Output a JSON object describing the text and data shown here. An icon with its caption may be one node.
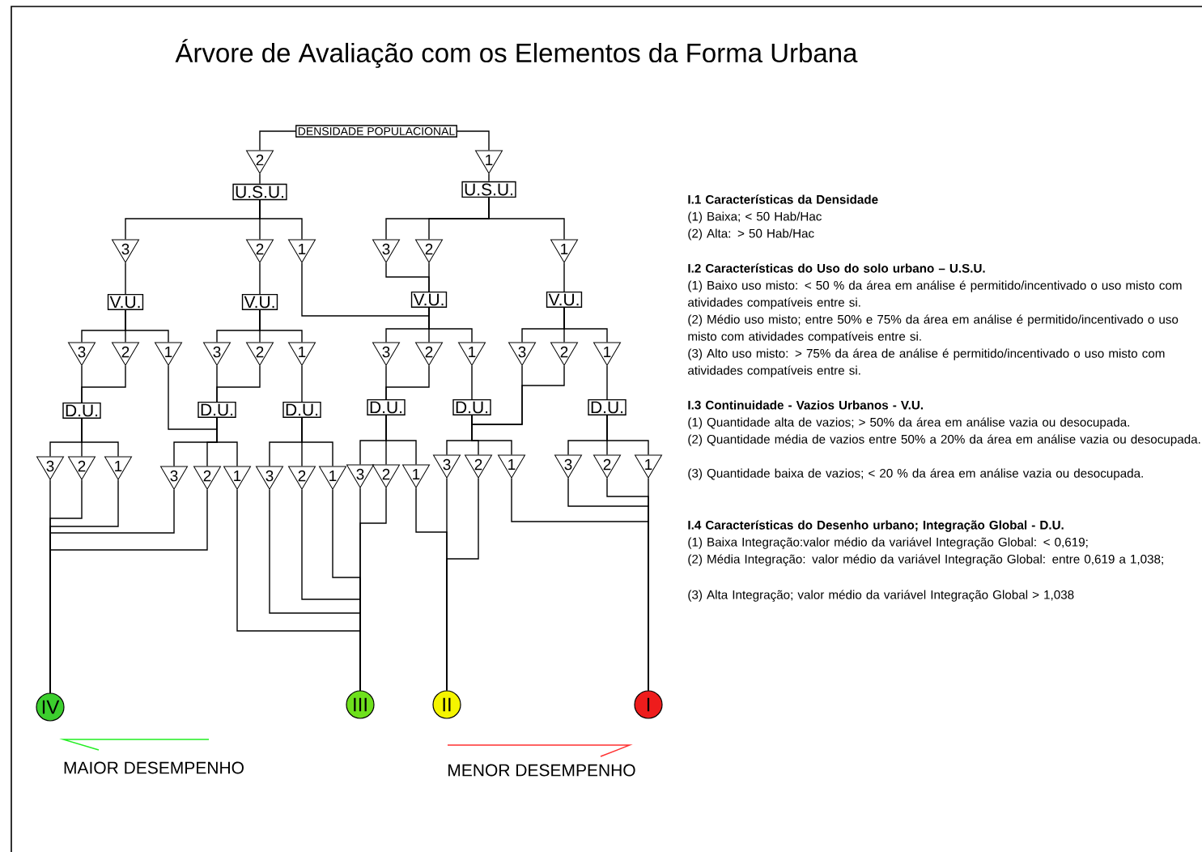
{
  "diagram": {
    "title": "Árvore de Avaliação com os Elementos da Forma Urbana",
    "nodes": [
      {
        "text": [
          "DENSIDADE POPULACIONAL"
        ]
      },
      {
        "text": [
          "2"
        ]
      },
      {
        "text": [
          "1"
        ]
      },
      {
        "text": [
          "U.S.U."
        ]
      },
      {
        "text": [
          "U.S.U."
        ]
      },
      {
        "text": [
          "3"
        ]
      },
      {
        "text": [
          "2"
        ]
      },
      {
        "text": [
          "1"
        ]
      },
      {
        "text": [
          "3"
        ]
      },
      {
        "text": [
          "2"
        ]
      },
      {
        "text": [
          "1"
        ]
      },
      {
        "text": [
          "V.U."
        ]
      },
      {
        "text": [
          "V.U."
        ]
      },
      {
        "text": [
          "V.U."
        ]
      },
      {
        "text": [
          "V.U."
        ]
      },
      {
        "text": [
          "3"
        ]
      },
      {
        "text": [
          "2"
        ]
      },
      {
        "text": [
          "1"
        ]
      },
      {
        "text": [
          "3"
        ]
      },
      {
        "text": [
          "2"
        ]
      },
      {
        "text": [
          "1"
        ]
      },
      {
        "text": [
          "3"
        ]
      },
      {
        "text": [
          "2"
        ]
      },
      {
        "text": [
          "1"
        ]
      },
      {
        "text": [
          "3"
        ]
      },
      {
        "text": [
          "2"
        ]
      },
      {
        "text": [
          "1"
        ]
      },
      {
        "text": [
          "D.U."
        ]
      },
      {
        "text": [
          "D.U."
        ]
      },
      {
        "text": [
          "D.U."
        ]
      },
      {
        "text": [
          "D.U."
        ]
      },
      {
        "text": [
          "D.U."
        ]
      },
      {
        "text": [
          "D.U."
        ]
      },
      {
        "text": [
          "3"
        ]
      },
      {
        "text": [
          "2"
        ]
      },
      {
        "text": [
          "1"
        ]
      },
      {
        "text": [
          "3"
        ]
      },
      {
        "text": [
          "2"
        ]
      },
      {
        "text": [
          "1"
        ]
      },
      {
        "text": [
          "3"
        ]
      },
      {
        "text": [
          "2"
        ]
      },
      {
        "text": [
          "1"
        ]
      },
      {
        "text": [
          "3"
        ]
      },
      {
        "text": [
          "2"
        ]
      },
      {
        "text": [
          "1"
        ]
      },
      {
        "text": [
          "3"
        ]
      },
      {
        "text": [
          "2"
        ]
      },
      {
        "text": [
          "1"
        ]
      },
      {
        "text": [
          "3"
        ]
      },
      {
        "text": [
          "2"
        ]
      },
      {
        "text": [
          "1"
        ]
      },
      {
        "text": [
          "IV"
        ]
      },
      {
        "text": [
          "III"
        ]
      },
      {
        "text": [
          "II"
        ]
      },
      {
        "text": [
          "I"
        ]
      }
    ],
    "edges": [
      {
        "from": 0,
        "to": 1,
        "arrow": "none"
      },
      {
        "from": 0,
        "to": 2,
        "arrow": "none"
      },
      {
        "from": 1,
        "to": 3,
        "arrow": "none"
      },
      {
        "from": 2,
        "to": 4,
        "arrow": "none"
      },
      {
        "from": 3,
        "to": 5,
        "arrow": "none"
      },
      {
        "from": 3,
        "to": 6,
        "arrow": "none"
      },
      {
        "from": 3,
        "to": 7,
        "arrow": "none"
      },
      {
        "from": 4,
        "to": 8,
        "arrow": "none"
      },
      {
        "from": 4,
        "to": 9,
        "arrow": "none"
      },
      {
        "from": 4,
        "to": 10,
        "arrow": "none"
      },
      {
        "from": 5,
        "to": 11,
        "arrow": "none"
      },
      {
        "from": 6,
        "to": 12,
        "arrow": "none"
      },
      {
        "from": 7,
        "to": 13,
        "arrow": "none"
      },
      {
        "from": 8,
        "to": 13,
        "arrow": "none"
      },
      {
        "from": 9,
        "to": 13,
        "arrow": "none"
      },
      {
        "from": 10,
        "to": 14,
        "arrow": "none"
      },
      {
        "from": 11,
        "to": 15,
        "arrow": "none"
      },
      {
        "from": 11,
        "to": 16,
        "arrow": "none"
      },
      {
        "from": 11,
        "to": 17,
        "arrow": "none"
      },
      {
        "from": 12,
        "to": 18,
        "arrow": "none"
      },
      {
        "from": 12,
        "to": 19,
        "arrow": "none"
      },
      {
        "from": 12,
        "to": 20,
        "arrow": "none"
      },
      {
        "from": 13,
        "to": 21,
        "arrow": "none"
      },
      {
        "from": 13,
        "to": 22,
        "arrow": "none"
      },
      {
        "from": 13,
        "to": 23,
        "arrow": "none"
      },
      {
        "from": 14,
        "to": 24,
        "arrow": "none"
      },
      {
        "from": 14,
        "to": 25,
        "arrow": "none"
      },
      {
        "from": 14,
        "to": 26,
        "arrow": "none"
      },
      {
        "from": 15,
        "to": 27,
        "arrow": "none"
      },
      {
        "from": 16,
        "to": 27,
        "arrow": "none"
      },
      {
        "from": 17,
        "to": 28,
        "arrow": "none"
      },
      {
        "from": 18,
        "to": 28,
        "arrow": "none"
      },
      {
        "from": 19,
        "to": 28,
        "arrow": "none"
      },
      {
        "from": 20,
        "to": 29,
        "arrow": "none"
      },
      {
        "from": 21,
        "to": 30,
        "arrow": "none"
      },
      {
        "from": 22,
        "to": 30,
        "arrow": "none"
      },
      {
        "from": 23,
        "to": 31,
        "arrow": "none"
      },
      {
        "from": 24,
        "to": 31,
        "arrow": "none"
      },
      {
        "from": 25,
        "to": 31,
        "arrow": "none"
      },
      {
        "from": 26,
        "to": 32,
        "arrow": "none"
      },
      {
        "from": 27,
        "to": 33,
        "arrow": "none"
      },
      {
        "from": 27,
        "to": 34,
        "arrow": "none"
      },
      {
        "from": 27,
        "to": 35,
        "arrow": "none"
      },
      {
        "from": 28,
        "to": 36,
        "arrow": "none"
      },
      {
        "from": 28,
        "to": 37,
        "arrow": "none"
      },
      {
        "from": 28,
        "to": 38,
        "arrow": "none"
      },
      {
        "from": 29,
        "to": 39,
        "arrow": "none"
      },
      {
        "from": 29,
        "to": 40,
        "arrow": "none"
      },
      {
        "from": 29,
        "to": 41,
        "arrow": "none"
      },
      {
        "from": 30,
        "to": 42,
        "arrow": "none"
      },
      {
        "from": 30,
        "to": 43,
        "arrow": "none"
      },
      {
        "from": 30,
        "to": 44,
        "arrow": "none"
      },
      {
        "from": 31,
        "to": 45,
        "arrow": "none"
      },
      {
        "from": 31,
        "to": 46,
        "arrow": "none"
      },
      {
        "from": 31,
        "to": 47,
        "arrow": "none"
      },
      {
        "from": 32,
        "to": 48,
        "arrow": "none"
      },
      {
        "from": 32,
        "to": 49,
        "arrow": "none"
      },
      {
        "from": 32,
        "to": 50,
        "arrow": "none"
      },
      {
        "from": 33,
        "to": 51,
        "arrow": "none"
      },
      {
        "from": 34,
        "to": 51,
        "arrow": "none"
      },
      {
        "from": 35,
        "to": 51,
        "arrow": "none"
      },
      {
        "from": 36,
        "to": 51,
        "arrow": "none"
      },
      {
        "from": 37,
        "to": 51,
        "arrow": "none"
      },
      {
        "from": 38,
        "to": 52,
        "arrow": "none"
      },
      {
        "from": 39,
        "to": 52,
        "arrow": "none"
      },
      {
        "from": 40,
        "to": 52,
        "arrow": "none"
      },
      {
        "from": 41,
        "to": 52,
        "arrow": "none"
      },
      {
        "from": 42,
        "to": 52,
        "arrow": "none"
      },
      {
        "from": 43,
        "to": 52,
        "arrow": "none"
      },
      {
        "from": 44,
        "to": 53,
        "arrow": "none"
      },
      {
        "from": 45,
        "to": 53,
        "arrow": "none"
      },
      {
        "from": 46,
        "to": 53,
        "arrow": "none"
      },
      {
        "from": 47,
        "to": 54,
        "arrow": "none"
      },
      {
        "from": 48,
        "to": 54,
        "arrow": "none"
      },
      {
        "from": 49,
        "to": 54,
        "arrow": "none"
      },
      {
        "from": 50,
        "to": 54,
        "arrow": "none"
      }
    ],
    "labels": [
      "I.1 Características da Densidade",
      "(1) Baixa; < 50 Hab/Hac",
      "(2) Alta: > 50 Hab/Hac",
      "I.2 Características do Uso do solo urbano – U.S.U.",
      "(1) Baixo uso misto: < 50 % da área em análise é permitido/incentivado o uso misto com atividades compatíveis entre si.",
      "(2) Médio uso misto; entre 50% e 75% da área em análise é permitido/incentivado o uso misto com atividades compatíveis entre si.",
      "(3) Alto uso misto: > 75% da área de análise é permitido/incentivado o uso misto com atividades compatíveis entre si.",
      "I.3 Continuidade - Vazios Urbanos - V.U.",
      "(1) Quantidade alta de vazios; > 50% da área em análise vazia ou desocupada.",
      "(2) Quantidade média de vazios entre 50% a 20% da área em análise vazia ou desocupada.",
      "(3) Quantidade baixa de vazios; < 20 % da área em análise vazia ou desocupada.",
      "I.4 Características do Desenho urbano; Integração Global - D.U.",
      "(1) Baixa Integração:valor médio da variável Integração Global: < 0,619;",
      "(2) Média Integração: valor médio da variável Integração Global: entre 0,619 a 1,038;",
      "(3) Alta Integração; valor médio da variável Integração Global > 1,038",
      "MAIOR DESEMPENHO",
      "MENOR DESEMPENHO"
    ]
  }
}
